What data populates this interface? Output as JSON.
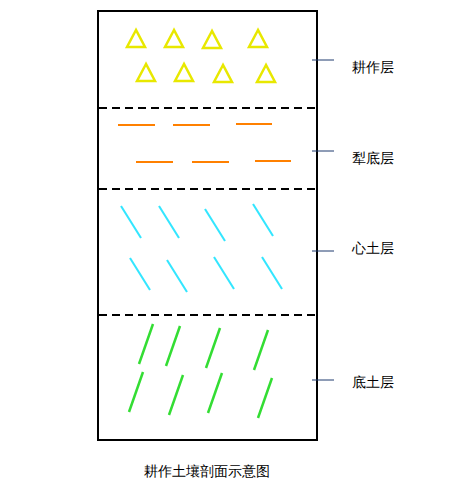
{
  "diagram": {
    "caption": "耕作土壤剖面示意图",
    "labels": [
      "耕作层",
      "犁底层",
      "心土层",
      "底土层"
    ]
  }
}
